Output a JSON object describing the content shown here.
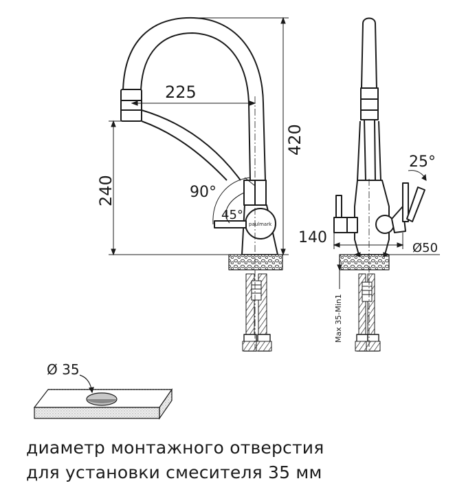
{
  "dimensions": {
    "spout_reach": "225",
    "total_height": "420",
    "spout_height": "240",
    "swivel_angle": "90°",
    "lever_angle": "45°",
    "side_lever_angle": "25°",
    "side_depth": "140",
    "base_diameter": "Ø50",
    "max_counter": "Max 35-Min1",
    "hole_diameter": "Ø 35"
  },
  "brand": "paulmark",
  "caption": {
    "line1": "диаметр монтажного отверстия",
    "line2": "для установки смесителя 35 мм"
  },
  "colors": {
    "line": "#1a1a1a",
    "grain": "#888888"
  }
}
